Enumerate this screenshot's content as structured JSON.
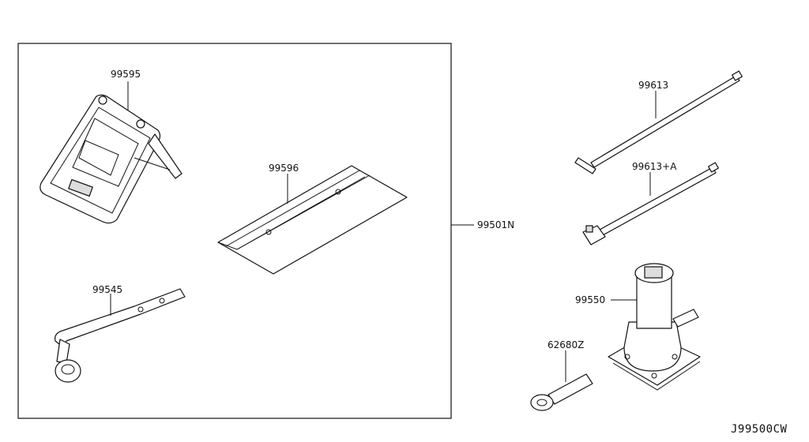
{
  "diagram": {
    "labels": {
      "p99595": "99595",
      "p99596": "99596",
      "p99545": "99545",
      "p99501n": "99501N",
      "p99613": "99613",
      "p99613a": "99613+A",
      "p99550": "99550",
      "p62680z": "62680Z"
    },
    "code": "J99500CW"
  }
}
